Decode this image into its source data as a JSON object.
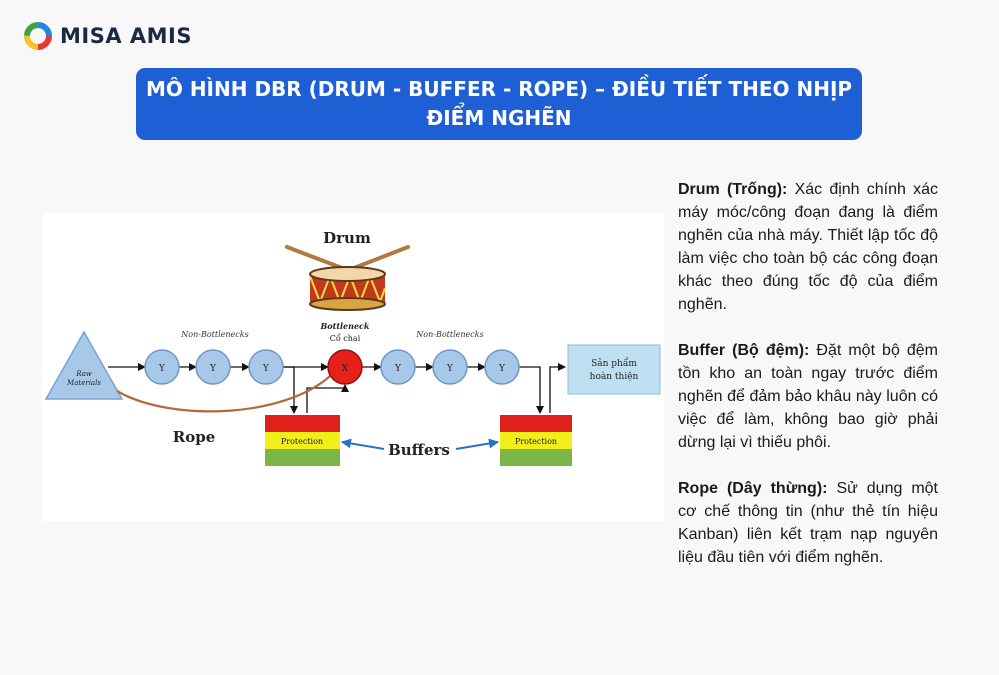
{
  "brand": {
    "name": "MISA AMIS",
    "logo_icon": "misa-ring-logo"
  },
  "title": {
    "line1": "MÔ HÌNH DBR (DRUM - BUFFER - ROPE) – ĐIỀU TIẾT THEO NHỊP",
    "line2": "ĐIỂM NGHẼN"
  },
  "diagram": {
    "drum_label": "Drum",
    "raw_materials": [
      "Raw",
      "Materials"
    ],
    "non_bottlenecks_left": "Non-Bottlenecks",
    "non_bottlenecks_right": "Non-Bottlenecks",
    "bottleneck_label": "Bottleneck",
    "bottleneck_vi": "Cổ chai",
    "node_y": "Y",
    "node_x": "X",
    "finished_goods": [
      "Sản phẩm",
      "hoàn thiện"
    ],
    "rope_label": "Rope",
    "buffers_label": "Buffers",
    "protection_label": "Protection",
    "colors": {
      "node_fill": "#a8c8ea",
      "bottleneck_fill": "#e8201a",
      "rope": "#b06a3c",
      "buffer_red": "#e0201a",
      "buffer_yellow": "#f2ee1a",
      "buffer_green": "#7ab648",
      "arrow_blue": "#2a6fc9"
    }
  },
  "descriptions": [
    {
      "term": "Drum (Trống):",
      "text": " Xác định chính xác máy móc/công đoạn đang là điểm nghẽn của nhà máy. Thiết lập tốc độ làm việc cho toàn bộ các công đoạn khác theo đúng tốc độ của điểm nghẽn."
    },
    {
      "term": "Buffer (Bộ đệm):",
      "text": " Đặt một bộ đệm tồn kho an toàn ngay trước điểm nghẽn để đảm bảo khâu này luôn có việc để làm, không bao giờ phải dừng lại vì thiếu phôi."
    },
    {
      "term": "Rope (Dây thừng):",
      "text": " Sử dụng một cơ chế thông tin (như thẻ tín hiệu Kanban) liên kết trạm nạp nguyên liệu đầu tiên với điểm nghẽn."
    }
  ]
}
